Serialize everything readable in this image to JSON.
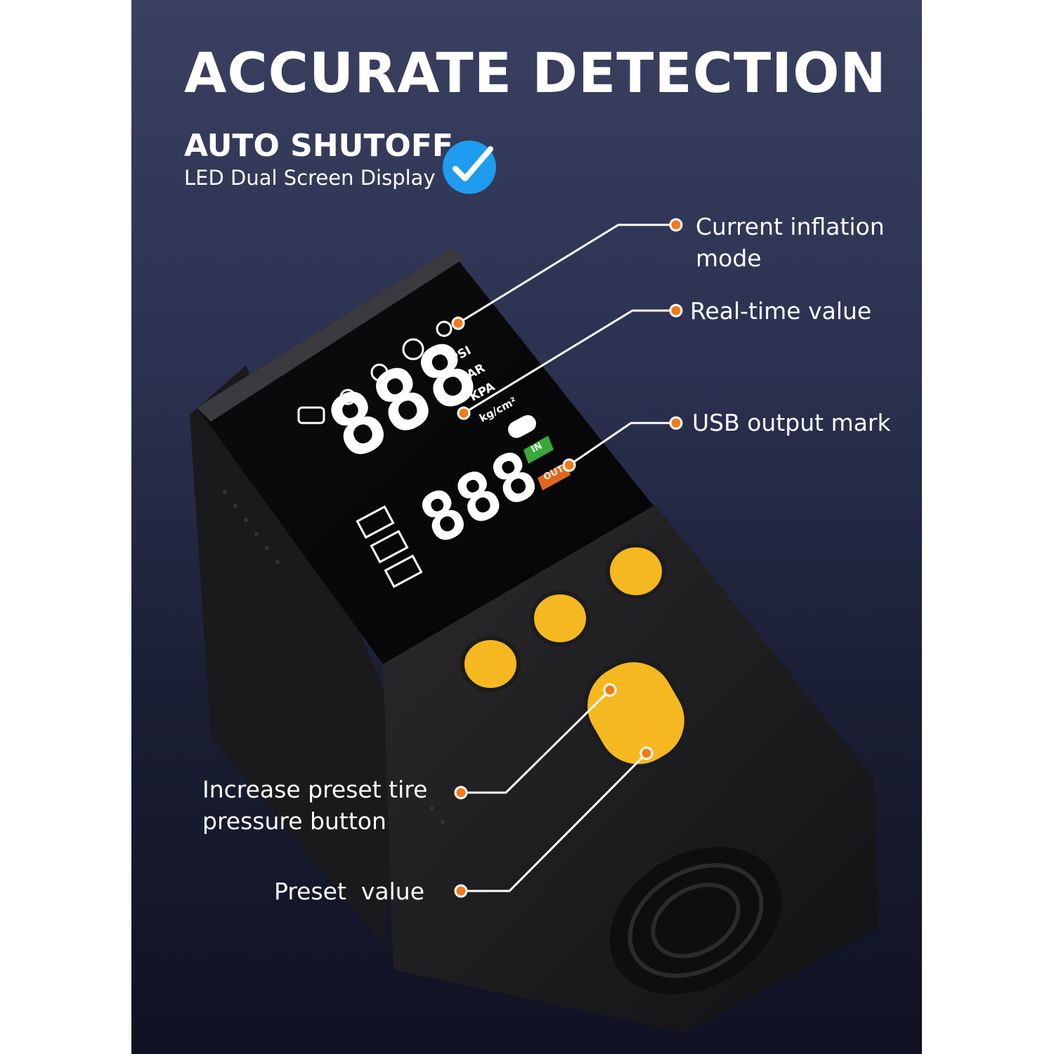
{
  "headline": "ACCURATE DETECTION",
  "feature": {
    "title": "AUTO SHUTOFF",
    "caption": "LED Dual Screen Display",
    "icon": "check-badge-icon",
    "icon_color": "#1e9cf0"
  },
  "callouts": {
    "inflation_mode": [
      "Current inflation",
      "mode"
    ],
    "realtime_value": "Real-time value",
    "usb_output": "USB output mark",
    "increase_button": [
      "Increase preset tire",
      "pressure button"
    ],
    "preset_value": "Preset  value"
  },
  "display": {
    "main_digits": "888",
    "sub_digits": "888",
    "units": [
      "PSI",
      "BAR",
      "KPA",
      "kg/cm²"
    ],
    "in_mark": "IN",
    "out_mark": "OUT",
    "mode_icons": [
      "car-icon",
      "motorcycle-icon",
      "bicycle-icon",
      "ball-icon",
      "custom-mode-icon"
    ]
  },
  "colors": {
    "accent": "#f5b820",
    "dot": "#f27a1a",
    "in_mark": "#3aa83a",
    "out_mark": "#e0661c"
  }
}
